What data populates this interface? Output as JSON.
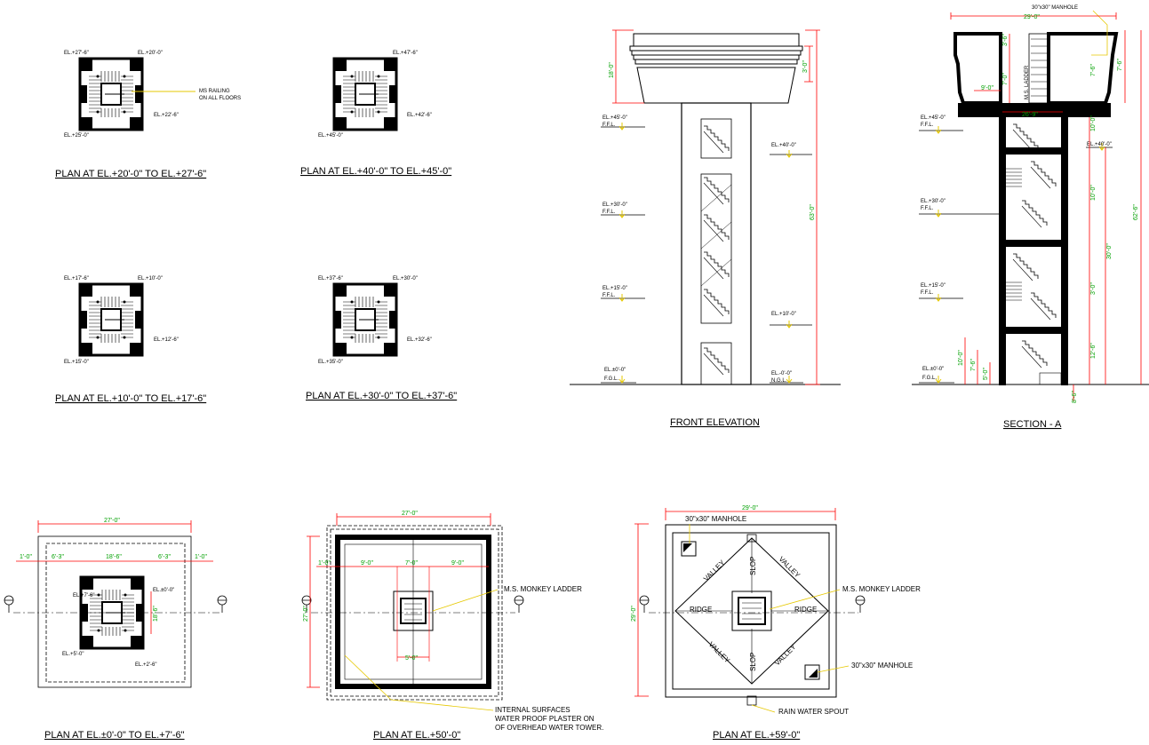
{
  "titles": {
    "p1": "PLAN AT EL.+20'-0\" TO EL.+27'-6\"",
    "p2": "PLAN AT EL.+40'-0\" TO EL.+45'-0\"",
    "p3": "PLAN AT EL.+10'-0\" TO EL.+17'-6\"",
    "p4": "PLAN AT EL.+30'-0\" TO EL.+37'-6\"",
    "front": "FRONT ELEVATION",
    "section": "SECTION  -  A",
    "p0": "PLAN AT EL.±0'-0\" TO EL.+7'-6\"",
    "p50": "PLAN AT EL.+50'-0\"",
    "p59": "PLAN AT EL.+59'-0\""
  },
  "plan1": {
    "tl": "EL.+27'-6\"",
    "tr": "EL.+20'-0\"",
    "br": "EL.+22'-6\"",
    "bl": "EL.+25'-0\"",
    "note1": "MS RAILING",
    "note2": "ON ALL FLOORS"
  },
  "plan2": {
    "tr": "EL.+47'-6\"",
    "br": "EL.+42'-6\"",
    "bl": "EL.+45'-0\""
  },
  "plan3": {
    "tl": "EL.+17'-6\"",
    "tr": "EL.+10'-0\"",
    "br": "EL.+12'-6\"",
    "bl": "EL.+15'-0\""
  },
  "plan4": {
    "tl": "EL.+37'-6\"",
    "tr": "EL.+30'-0\"",
    "br": "EL.+32'-6\"",
    "bl": "EL.+35'-0\""
  },
  "front": {
    "l1": "EL.+45'-0\"",
    "l1b": "F.F.L.",
    "l2": "EL.+30'-0\"",
    "l2b": "F.F.L.",
    "l3": "EL.+15'-0\"",
    "l3b": "F.F.L.",
    "l4": "EL.±0'-0\"",
    "l4b": "F.G.L.",
    "r1": "EL.+40'-0\"",
    "r2": "EL.+10'-0\"",
    "r3": "EL.-0'-0\"",
    "r3b": "N.G.L.",
    "d_top": "18'-0\"",
    "d_total": "63'-0\"",
    "d_small": "3'-0\""
  },
  "section": {
    "manhole": "30\"x30\" MANHOLE",
    "w1": "29'-0\"",
    "w2": "9'-0\"",
    "w3": "26'-9\"",
    "ladder": "M.S. LADDER",
    "l1": "EL.+45'-0\"",
    "l1b": "F.F.L.",
    "l2": "EL.+30'-0\"",
    "l2b": "F.F.L.",
    "l3": "EL.+15'-0\"",
    "l3b": "F.F.L.",
    "l4": "EL.±0'-0\"",
    "l4b": "F.G.L.",
    "r1": "EL.+40'-0\"",
    "v1": "10'-0\"",
    "v2": "30'-0\"",
    "v3": "10'-0\"",
    "v4": "12'-6\"",
    "v5": "7'-6\"",
    "v6": "62'-6\"",
    "v7": "7'-6\"",
    "v8": "3'-6\"",
    "v9": "3'-0\"",
    "v10": "7'-0\"",
    "v11": "10'-0\"",
    "v12": "8'-6\"",
    "v13": "7'-6\"",
    "v14": "5'-0\""
  },
  "plan0": {
    "w": "27'-0\"",
    "d1": "1'-0\"",
    "d2": "6'-3\"",
    "d3": "18'-6\"",
    "d4": "6'-3\"",
    "d5": "1'-0\"",
    "dv": "18'-6\"",
    "tl": "EL.+7'-6\"",
    "tr": "EL.±0'-0\"",
    "bl": "EL.+5'-0\"",
    "br": "EL.+2'-6\""
  },
  "plan50": {
    "w": "27'-0\"",
    "d1": "1'-0\"",
    "d2": "9'-0\"",
    "d3": "7'-0\"",
    "d4": "9'-0\"",
    "dv": "27'-0\"",
    "dh": "5'-0\"",
    "ladder": "M.S. MONKEY LADDER",
    "note1": "INTERNAL SURFACES",
    "note2": "WATER PROOF PLASTER ON",
    "note3": "OF OVERHEAD WATER TOWER."
  },
  "plan59": {
    "w": "29'-0\"",
    "dv": "29'-0\"",
    "manhole": "30\"x30\" MANHOLE",
    "manhole2": "30\"x30\" MANHOLE",
    "ladder": "M.S. MONKEY LADDER",
    "ridge1": "RIDGE",
    "ridge2": "RIDGE",
    "valley1": "VALLEY",
    "valley2": "VALLEY",
    "valley3": "VALLEY",
    "valley4": "VALLEY",
    "slope1": "SLOP",
    "slope2": "SLOP",
    "spout": "RAIN WATER SPOUT"
  },
  "colors": {
    "line": "#000000",
    "dim": "#ff0000",
    "dimtext": "#00a000",
    "note": "#ffd700"
  }
}
